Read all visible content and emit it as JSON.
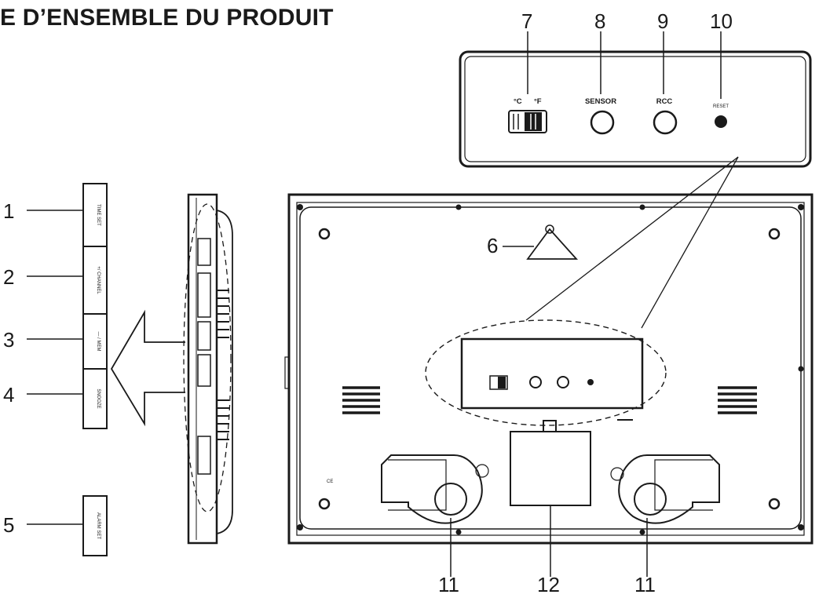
{
  "title": "E D’ENSEMBLE DU PRODUIT",
  "callouts": {
    "c1": "1",
    "c2": "2",
    "c3": "3",
    "c4": "4",
    "c5": "5",
    "c6": "6",
    "c7": "7",
    "c8": "8",
    "c9": "9",
    "c10": "10",
    "c11a": "11",
    "c12": "12",
    "c11b": "11"
  },
  "buttons": {
    "time_set": "TIME SET",
    "channel": "+/ CHANNEL",
    "mem": "— / MEM",
    "snooze": "SNOOZE",
    "alarm_set": "ALARM SET"
  },
  "panel": {
    "unit_c": "°C",
    "unit_f": "°F",
    "sensor": "SENSOR",
    "rcc": "RCC",
    "reset": "RESET"
  },
  "mark": "CE"
}
